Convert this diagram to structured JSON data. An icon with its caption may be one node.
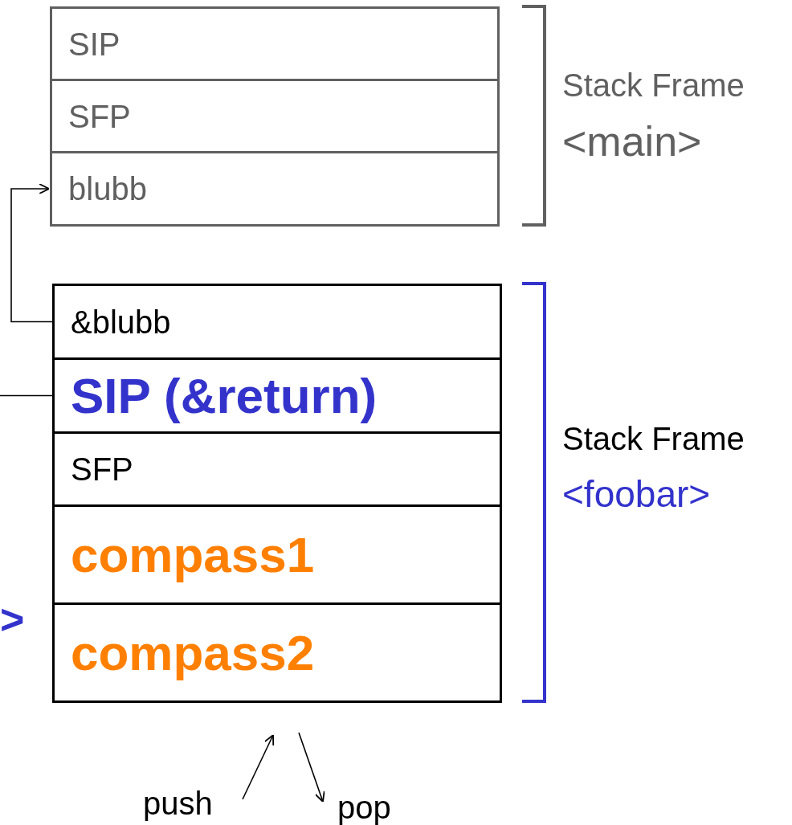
{
  "diagram": {
    "nodes": [
      {
        "text": [
          "SIP"
        ]
      },
      {
        "text": [
          "SFP"
        ]
      },
      {
        "text": [
          "blubb"
        ]
      },
      {
        "text": [
          "&blubb"
        ]
      },
      {
        "text": [
          "SIP (&return)"
        ]
      },
      {
        "text": [
          "SFP"
        ]
      },
      {
        "text": [
          "compass1"
        ]
      },
      {
        "text": [
          "compass2"
        ]
      }
    ],
    "edges": [
      {
        "from": 3,
        "to": 2,
        "arrow": "to"
      },
      {
        "from": null,
        "to": 4,
        "arrow": "none"
      }
    ],
    "labels": [
      "Stack Frame",
      "<main>",
      "Stack Frame",
      "<foobar>",
      ">",
      "push",
      "pop"
    ]
  }
}
